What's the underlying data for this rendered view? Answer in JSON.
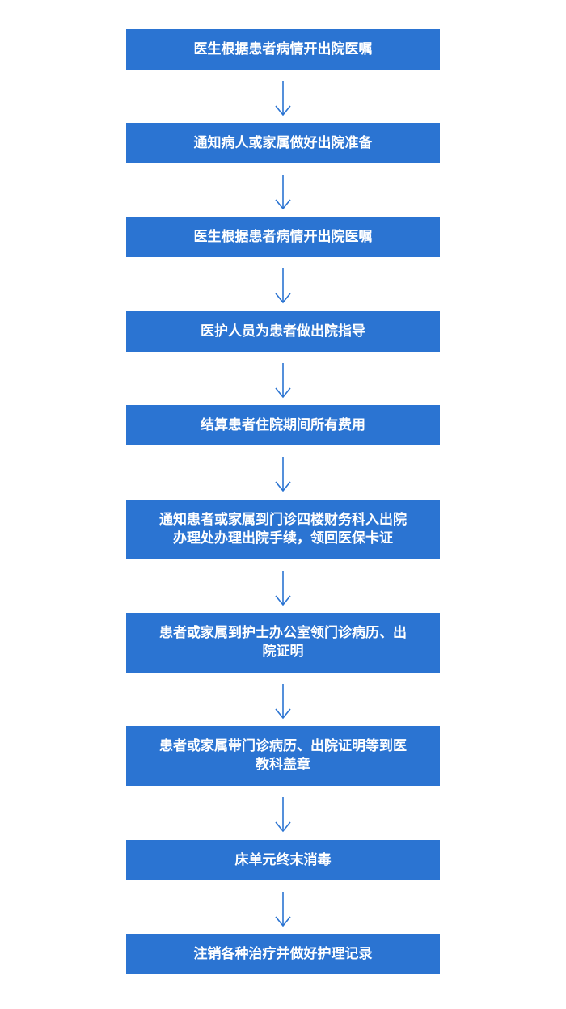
{
  "flowchart": {
    "colors": {
      "box_fill": "#2b74d2",
      "box_text": "#ffffff",
      "arrow": "#2b74d2",
      "background": "#ffffff"
    },
    "arrow_icon": "arrow-down-icon",
    "steps": [
      {
        "label": "医生根据患者病情开出院医嘱"
      },
      {
        "label": "通知病人或家属做好出院准备"
      },
      {
        "label": "医生根据患者病情开出院医嘱"
      },
      {
        "label": "医护人员为患者做出院指导"
      },
      {
        "label": "结算患者住院期间所有费用"
      },
      {
        "label": "通知患者或家属到门诊四楼财务科入出院\n办理处办理出院手续，领回医保卡证"
      },
      {
        "label": "患者或家属到护士办公室领门诊病历、出\n院证明"
      },
      {
        "label": "患者或家属带门诊病历、出院证明等到医\n教科盖章"
      },
      {
        "label": "床单元终末消毒"
      },
      {
        "label": "注销各种治疗并做好护理记录"
      }
    ]
  }
}
